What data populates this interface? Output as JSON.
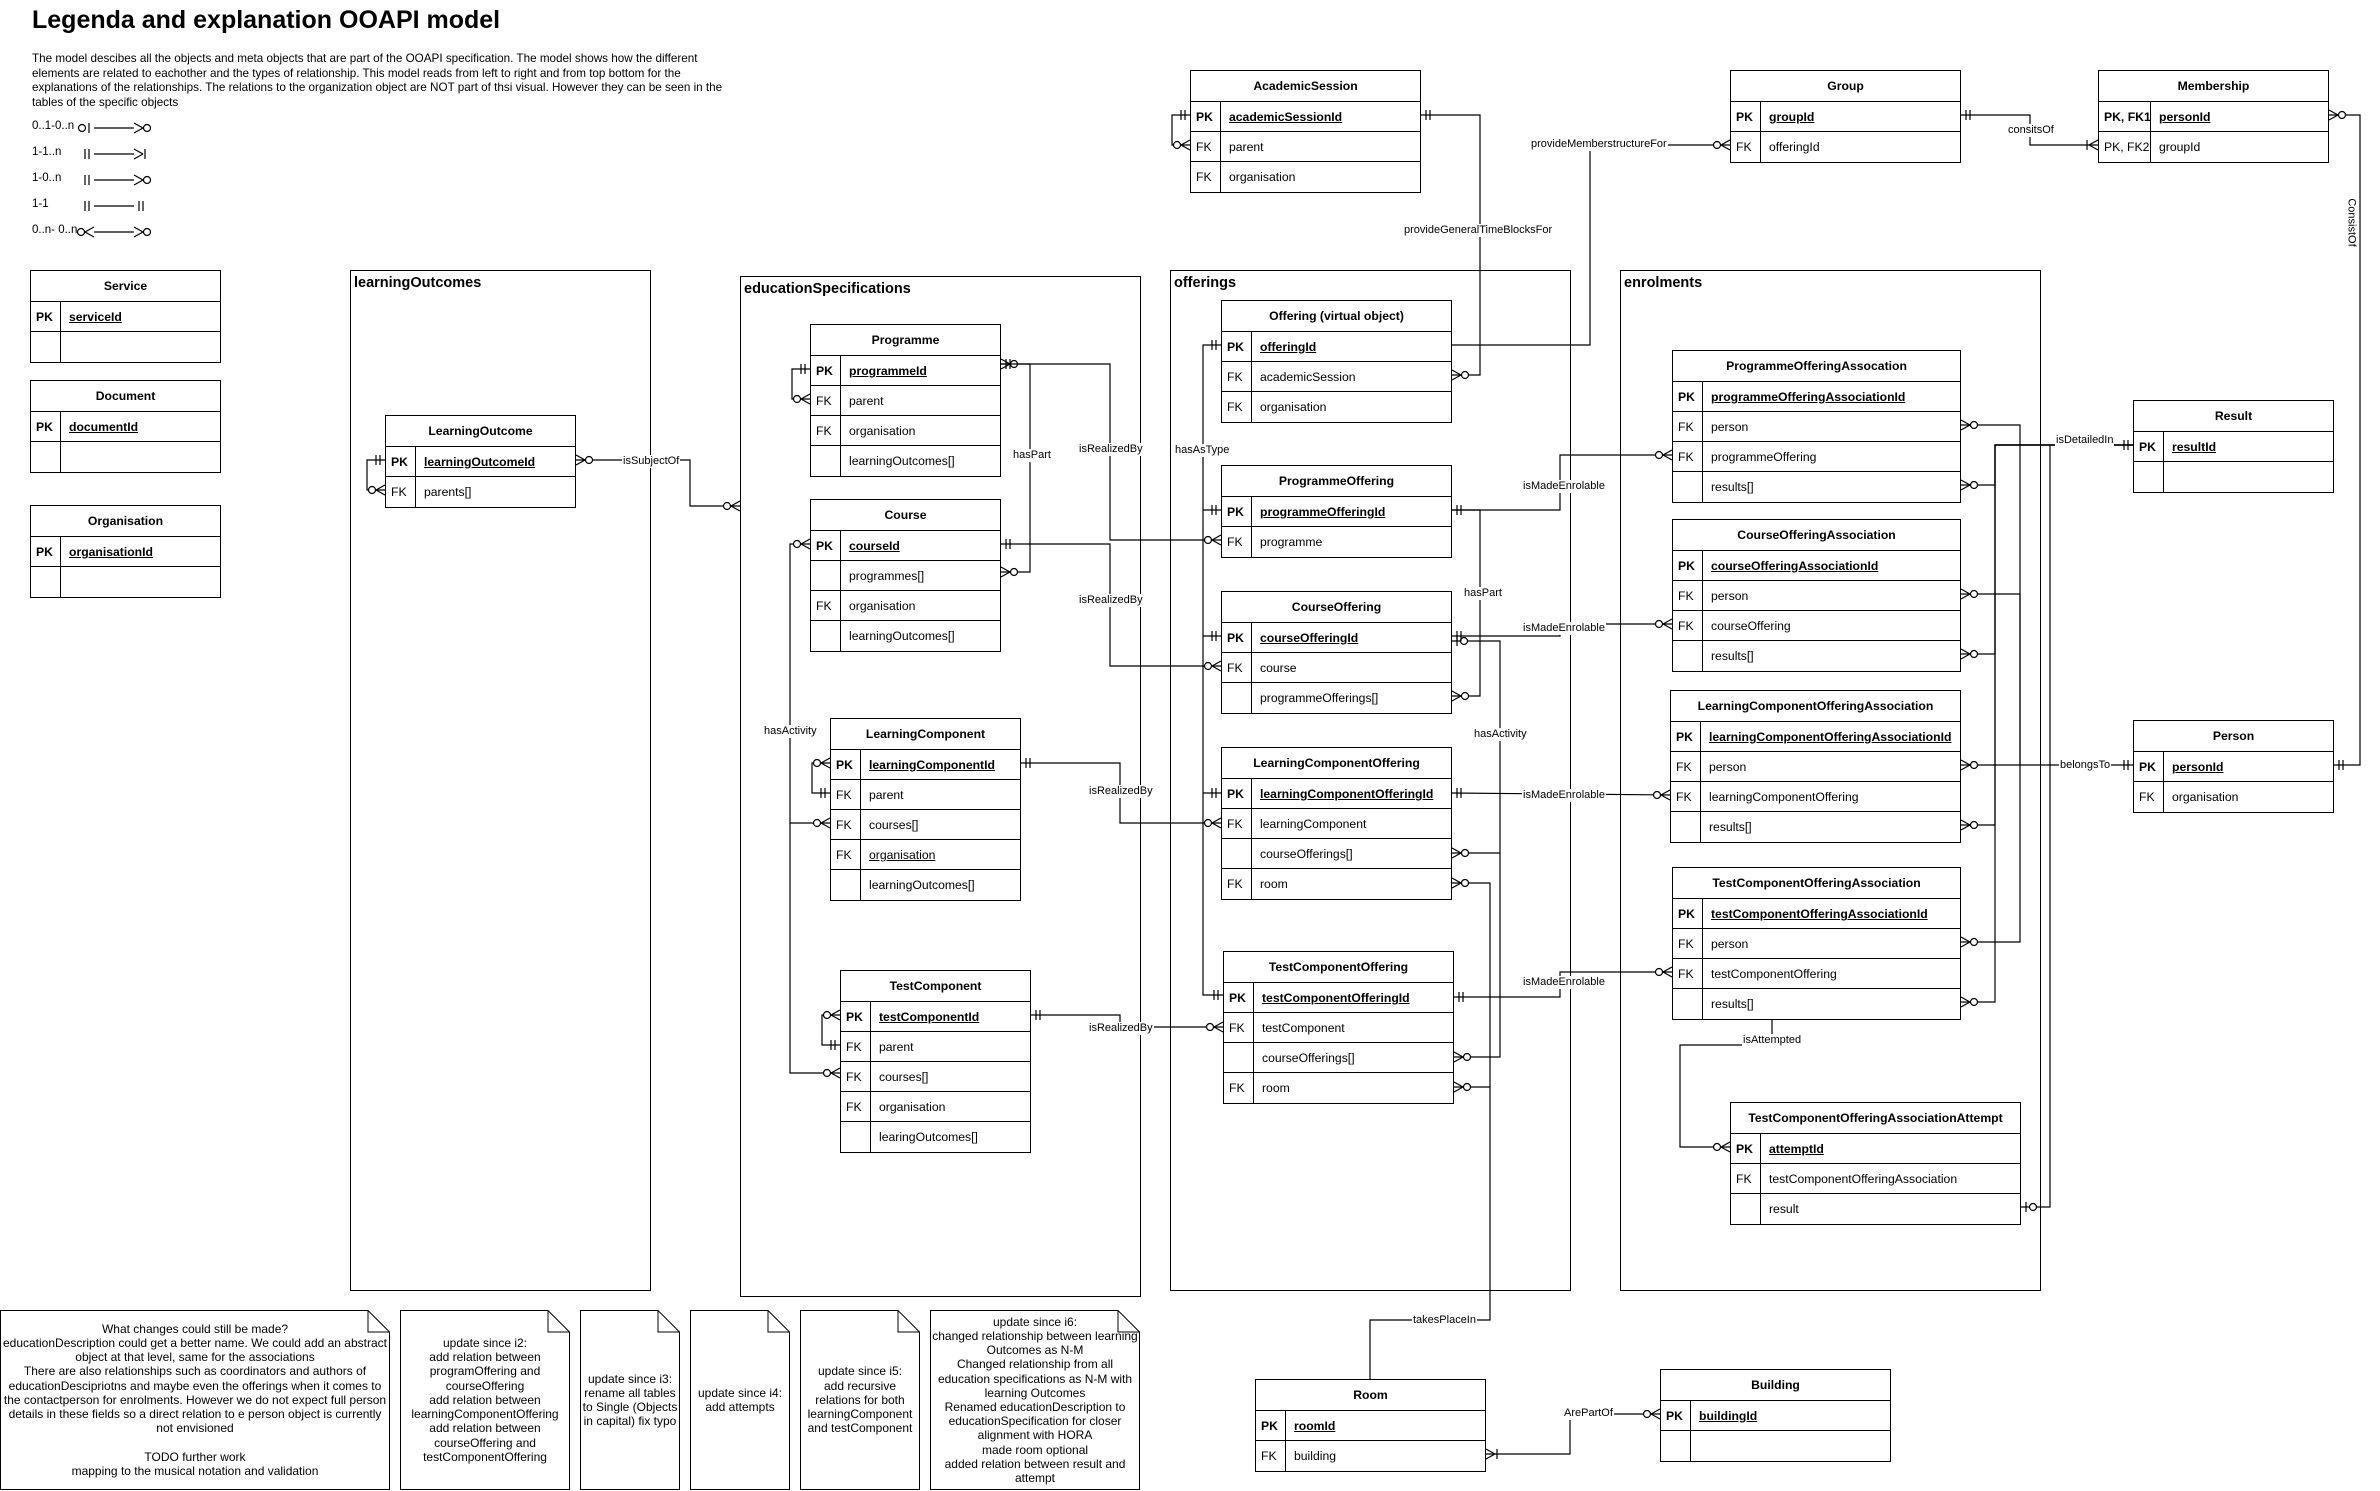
{
  "title": "Legenda and explanation OOAPI model",
  "description": "The model descibes all the objects and meta objects that are part of the OOAPI specification. The model shows how the different elements are related to eachother and the types of relationship. This model reads from left to right and from top bottom for the explanations of the relationships. The relations to the organization object are NOT part of thsi visual. However they can be seen in the tables of the specific objects",
  "legend": [
    {
      "label": "0..1-0..n",
      "from": "zero-one",
      "to": "zero-many"
    },
    {
      "label": "1-1..n",
      "from": "one",
      "to": "one-many"
    },
    {
      "label": "1-0..n",
      "from": "one",
      "to": "zero-many"
    },
    {
      "label": "1-1",
      "from": "one",
      "to": "one"
    },
    {
      "label": "0..n- 0..n",
      "from": "zero-many",
      "to": "zero-many"
    }
  ],
  "containers": {
    "learningOutcomes": "learningOutcomes",
    "educationSpecifications": "educationSpecifications",
    "offerings": "offerings",
    "enrolments": "enrolments"
  },
  "tables": {
    "Service": {
      "title": "Service",
      "rows": [
        {
          "key": "PK",
          "field": "serviceId",
          "pk": true
        },
        {
          "key": "",
          "field": ""
        }
      ]
    },
    "Document": {
      "title": "Document",
      "rows": [
        {
          "key": "PK",
          "field": "documentId",
          "pk": true
        },
        {
          "key": "",
          "field": ""
        }
      ]
    },
    "Organisation": {
      "title": "Organisation",
      "rows": [
        {
          "key": "PK",
          "field": "organisationId",
          "pk": true
        },
        {
          "key": "",
          "field": ""
        }
      ]
    },
    "LearningOutcome": {
      "title": "LearningOutcome",
      "rows": [
        {
          "key": "PK",
          "field": "learningOutcomeId",
          "pk": true
        },
        {
          "key": "FK",
          "field": "parents[]"
        }
      ]
    },
    "Programme": {
      "title": "Programme",
      "rows": [
        {
          "key": "PK",
          "field": "programmeId",
          "pk": true
        },
        {
          "key": "FK",
          "field": "parent"
        },
        {
          "key": "FK",
          "field": "organisation"
        },
        {
          "key": "",
          "field": "learningOutcomes[]"
        }
      ]
    },
    "Course": {
      "title": "Course",
      "rows": [
        {
          "key": "PK",
          "field": "courseId",
          "pk": true
        },
        {
          "key": "",
          "field": "programmes[]"
        },
        {
          "key": "FK",
          "field": "organisation"
        },
        {
          "key": "",
          "field": "learningOutcomes[]"
        }
      ]
    },
    "LearningComponent": {
      "title": "LearningComponent",
      "rows": [
        {
          "key": "PK",
          "field": "learningComponentId",
          "pk": true
        },
        {
          "key": "FK",
          "field": "parent"
        },
        {
          "key": "FK",
          "field": "courses[]"
        },
        {
          "key": "FK",
          "field": "organisation",
          "underline": true
        },
        {
          "key": "",
          "field": "learningOutcomes[]"
        }
      ]
    },
    "TestComponent": {
      "title": "TestComponent",
      "rows": [
        {
          "key": "PK",
          "field": "testComponentId",
          "pk": true
        },
        {
          "key": "FK",
          "field": "parent"
        },
        {
          "key": "FK",
          "field": "courses[]"
        },
        {
          "key": "FK",
          "field": "organisation"
        },
        {
          "key": "",
          "field": "learingOutcomes[]"
        }
      ]
    },
    "AcademicSession": {
      "title": "AcademicSession",
      "rows": [
        {
          "key": "PK",
          "field": "academicSessionId",
          "pk": true
        },
        {
          "key": "FK",
          "field": "parent"
        },
        {
          "key": "FK",
          "field": "organisation"
        }
      ]
    },
    "Offering": {
      "title": "Offering (virtual object)",
      "rows": [
        {
          "key": "PK",
          "field": "offeringId",
          "pk": true
        },
        {
          "key": "FK",
          "field": "academicSession"
        },
        {
          "key": "FK",
          "field": "organisation"
        }
      ]
    },
    "ProgrammeOffering": {
      "title": "ProgrammeOffering",
      "rows": [
        {
          "key": "PK",
          "field": "programmeOfferingId",
          "pk": true
        },
        {
          "key": "FK",
          "field": "programme"
        }
      ]
    },
    "CourseOffering": {
      "title": "CourseOffering",
      "rows": [
        {
          "key": "PK",
          "field": "courseOfferingId",
          "pk": true
        },
        {
          "key": "FK",
          "field": "course"
        },
        {
          "key": "",
          "field": "programmeOfferings[]"
        }
      ]
    },
    "LearningComponentOffering": {
      "title": "LearningComponentOffering",
      "rows": [
        {
          "key": "PK",
          "field": "learningComponentOfferingId",
          "pk": true
        },
        {
          "key": "FK",
          "field": "learningComponent"
        },
        {
          "key": "",
          "field": "courseOfferings[]"
        },
        {
          "key": "FK",
          "field": "room"
        }
      ]
    },
    "TestComponentOffering": {
      "title": "TestComponentOffering",
      "rows": [
        {
          "key": "PK",
          "field": "testComponentOfferingId",
          "pk": true
        },
        {
          "key": "FK",
          "field": "testComponent"
        },
        {
          "key": "",
          "field": "courseOfferings[]"
        },
        {
          "key": "FK",
          "field": "room"
        }
      ]
    },
    "Group": {
      "title": "Group",
      "rows": [
        {
          "key": "PK",
          "field": "groupId",
          "pk": true
        },
        {
          "key": "FK",
          "field": "offeringId"
        }
      ]
    },
    "Membership": {
      "title": "Membership",
      "rows": [
        {
          "key": "PK, FK1",
          "field": "personId",
          "pk": true
        },
        {
          "key": "PK, FK2",
          "field": "groupId"
        }
      ]
    },
    "ProgrammeOfferingAssocation": {
      "title": "ProgrammeOfferingAssocation",
      "rows": [
        {
          "key": "PK",
          "field": "programmeOfferingAssociationId",
          "pk": true
        },
        {
          "key": "FK",
          "field": "person"
        },
        {
          "key": "FK",
          "field": "programmeOffering"
        },
        {
          "key": "",
          "field": "results[]"
        }
      ]
    },
    "CourseOfferingAssociation": {
      "title": "CourseOfferingAssociation",
      "rows": [
        {
          "key": "PK",
          "field": "courseOfferingAssociationId",
          "pk": true
        },
        {
          "key": "FK",
          "field": "person"
        },
        {
          "key": "FK",
          "field": "courseOffering"
        },
        {
          "key": "",
          "field": "results[]"
        }
      ]
    },
    "LearningComponentOfferingAssociation": {
      "title": "LearningComponentOfferingAssociation",
      "rows": [
        {
          "key": "PK",
          "field": "learningComponentOfferingAssociationId",
          "pk": true
        },
        {
          "key": "FK",
          "field": "person"
        },
        {
          "key": "FK",
          "field": "learningComponentOffering"
        },
        {
          "key": "",
          "field": "results[]"
        }
      ]
    },
    "TestComponentOfferingAssociation": {
      "title": "TestComponentOfferingAssociation",
      "rows": [
        {
          "key": "PK",
          "field": "testComponentOfferingAssociationId",
          "pk": true
        },
        {
          "key": "FK",
          "field": "person"
        },
        {
          "key": "FK",
          "field": "testComponentOffering"
        },
        {
          "key": "",
          "field": "results[]"
        }
      ]
    },
    "TestComponentOfferingAssociationAttempt": {
      "title": "TestComponentOfferingAssociationAttempt",
      "rows": [
        {
          "key": "PK",
          "field": "attemptId",
          "pk": true
        },
        {
          "key": "FK",
          "field": "testComponentOfferingAssociation"
        },
        {
          "key": "",
          "field": "result"
        }
      ]
    },
    "Result": {
      "title": "Result",
      "rows": [
        {
          "key": "PK",
          "field": "resultId",
          "pk": true
        },
        {
          "key": "",
          "field": ""
        }
      ]
    },
    "Person": {
      "title": "Person",
      "rows": [
        {
          "key": "PK",
          "field": "personId",
          "pk": true
        },
        {
          "key": "FK",
          "field": "organisation"
        }
      ]
    },
    "Room": {
      "title": "Room",
      "rows": [
        {
          "key": "PK",
          "field": "roomId",
          "pk": true
        },
        {
          "key": "FK",
          "field": "building"
        }
      ]
    },
    "Building": {
      "title": "Building",
      "rows": [
        {
          "key": "PK",
          "field": "buildingId",
          "pk": true
        },
        {
          "key": "",
          "field": ""
        }
      ]
    }
  },
  "relations": {
    "isSubjectOf": "isSubjectOf",
    "hasPart": "hasPart",
    "isRealizedBy": "isRealizedBy",
    "hasActivity": "hasActivity",
    "hasAsType": "hasAsType",
    "provideGeneralTimeBlocksFor": "provideGeneralTimeBlocksFor",
    "provideMemberstructureFor": "provideMemberstructureFor",
    "consitsOf": "consitsOf",
    "ConsistOf": "ConsistOf",
    "isMadeEnrolable": "isMadeEnrolable",
    "isDetailedIn": "isDetailedIn",
    "belongsTo": "belongsTo",
    "isAttempted": "isAttempted",
    "takesPlaceIn": "takesPlaceIn",
    "ArePartOf": "ArePartOf"
  },
  "notes": [
    "What changes could still be made?\neducationDescription could get a better name. We could add an abstract object at that level, same for the associations\nThere are also relationships such as coordinators and authors of educationDescipriotns and maybe even the offerings when it comes to the contactperson for enrolments. However we do not expect full person details in these fields so a direct relation to e person object is currently not envisioned\n\nTODO further work\nmapping to the musical notation and validation",
    "update since i2:\nadd relation between programOffering and courseOffering\nadd relation between learningComponentOffering\nadd relation between courseOffering and testComponentOffering",
    "update since i3:\nrename all tables to Single (Objects in capital) fix typo",
    "update since i4:\nadd attempts",
    "update since i5:\nadd recursive relations for both learningComponent and testComponent",
    "update since i6:\nchanged relationship between learning Outcomes as N-M\nChanged relationship from all education specifications as N-M with learning Outcomes\nRenamed educationDescription to educationSpecification for closer alignment with HORA\nmade room optional\nadded relation between result and attempt"
  ]
}
